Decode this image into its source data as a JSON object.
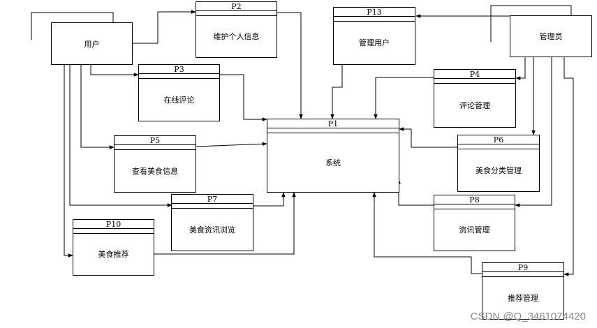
{
  "entities": {
    "user": "用户",
    "admin": "管理员"
  },
  "processes": {
    "p1": {
      "id": "P1",
      "name": "系统"
    },
    "p2": {
      "id": "P2",
      "name": "维护个人信息"
    },
    "p3": {
      "id": "P3",
      "name": "在线评论"
    },
    "p4": {
      "id": "P4",
      "name": "评论管理"
    },
    "p5": {
      "id": "P5",
      "name": "查看美食信息"
    },
    "p6": {
      "id": "P6",
      "name": "美食分类管理"
    },
    "p7": {
      "id": "P7",
      "name": "美食资讯浏览"
    },
    "p8": {
      "id": "P8",
      "name": "资讯管理"
    },
    "p9": {
      "id": "P9",
      "name": "推荐管理"
    },
    "p10": {
      "id": "P10",
      "name": "美食推荐"
    },
    "p13": {
      "id": "P13",
      "name": "管理用户"
    }
  },
  "watermark": "CSDN @Q_3461074420"
}
